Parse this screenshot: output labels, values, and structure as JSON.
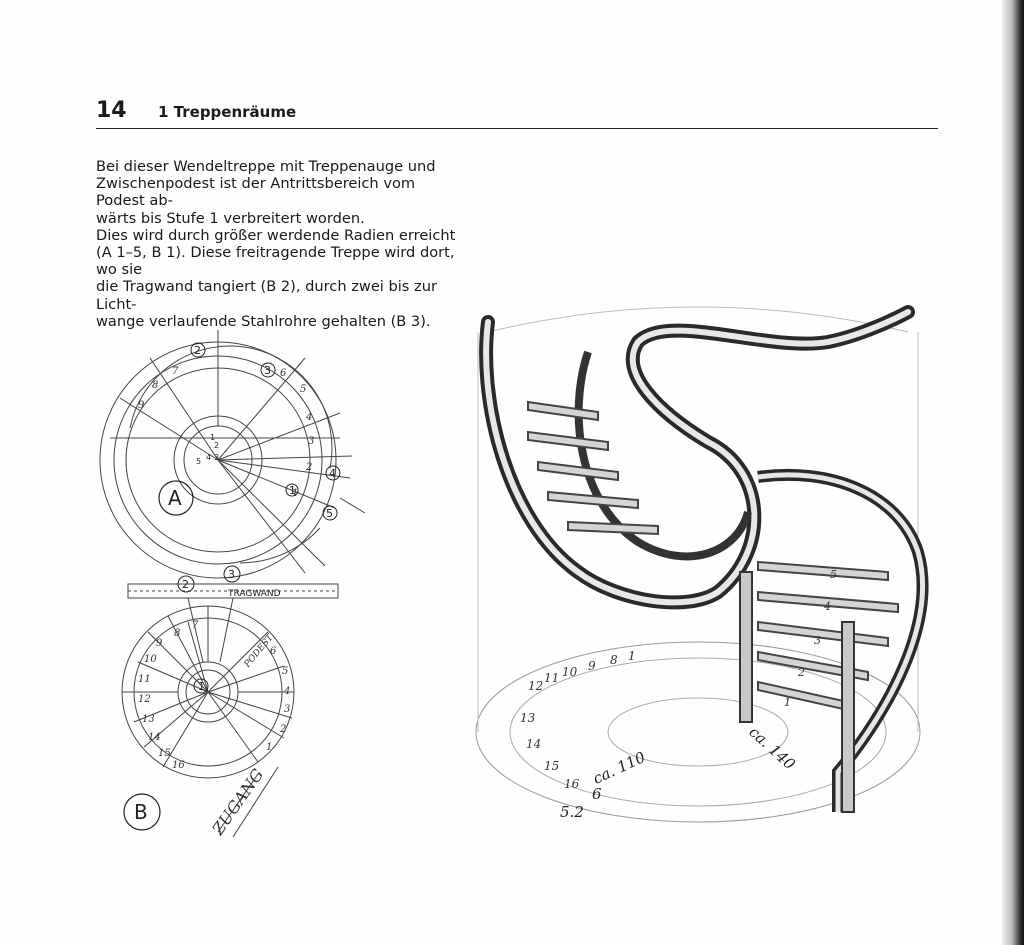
{
  "header": {
    "page_number": "14",
    "chapter": "1 Treppenräume"
  },
  "body_text": [
    "Bei dieser Wendeltreppe mit Treppenauge und",
    "Zwischenpodest ist der Antrittsbereich vom Podest ab-",
    "wärts bis Stufe 1 verbreitert worden.",
    "Dies wird durch größer werdende Radien erreicht",
    "(A 1–5, B 1). Diese freitragende Treppe wird dort, wo sie",
    "die Tragwand tangiert (B 2), durch zwei bis zur Licht-",
    "wange verlaufende Stahlrohre gehalten (B 3)."
  ],
  "figure_a": {
    "label": "A",
    "callouts": [
      "2",
      "3",
      "4",
      "5",
      "1"
    ],
    "center_marks": [
      "1",
      "2",
      "5",
      "4",
      "3"
    ],
    "step_numbers": [
      "9",
      "8",
      "7",
      "6",
      "5",
      "4",
      "3",
      "2",
      "1"
    ]
  },
  "figure_b": {
    "label": "B",
    "wall_label": "TRAGWAND",
    "callouts": [
      "2",
      "3",
      "1"
    ],
    "podest_label": "PODEST",
    "step_numbers": [
      "1",
      "2",
      "3",
      "4",
      "5",
      "6",
      "7",
      "8",
      "9",
      "10",
      "11",
      "12",
      "13",
      "14",
      "15",
      "16"
    ],
    "entrance_label": "ZUGANG"
  },
  "perspective": {
    "step_numbers": [
      "1",
      "2",
      "3",
      "4",
      "5"
    ],
    "floor_numbers": [
      "12",
      "11",
      "10",
      "9",
      "8",
      "1",
      "13",
      "14",
      "15",
      "16"
    ],
    "dimension_1": "ca. 110",
    "dimension_2": "ca. 140",
    "dimension_3": "5.2",
    "dimension_4": "6"
  }
}
